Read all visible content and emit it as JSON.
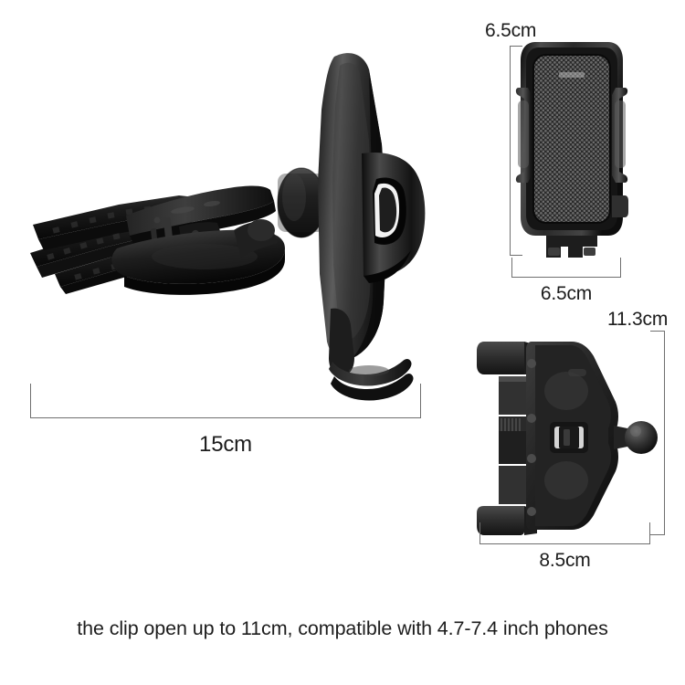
{
  "background_color": "#ffffff",
  "product_color": "#1a1a1a",
  "dimension_line_color": "#6f6f6f",
  "text_color": "#1d1d1d",
  "views": {
    "main": {
      "name": "side-angle-view",
      "description": "CD slot car phone holder shown from the side with clip arms extended"
    },
    "front": {
      "name": "front-view",
      "description": "Front view of phone cradle with textured grip pad and side arms"
    },
    "back": {
      "name": "back-view",
      "description": "Rear view of CD slot mount with ball joint"
    }
  },
  "dimensions": {
    "main_width": {
      "value": "15cm",
      "axis": "horizontal",
      "target": "main-view"
    },
    "front_height": {
      "value": "6.5cm",
      "axis": "vertical",
      "target": "front-view"
    },
    "front_width": {
      "value": "6.5cm",
      "axis": "horizontal",
      "target": "front-view"
    },
    "back_height": {
      "value": "11.3cm",
      "axis": "vertical",
      "target": "back-view"
    },
    "back_width": {
      "value": "8.5cm",
      "axis": "horizontal",
      "target": "back-view"
    }
  },
  "caption": {
    "text": "the clip open up to 11cm, compatible with 4.7-7.4 inch phones"
  }
}
